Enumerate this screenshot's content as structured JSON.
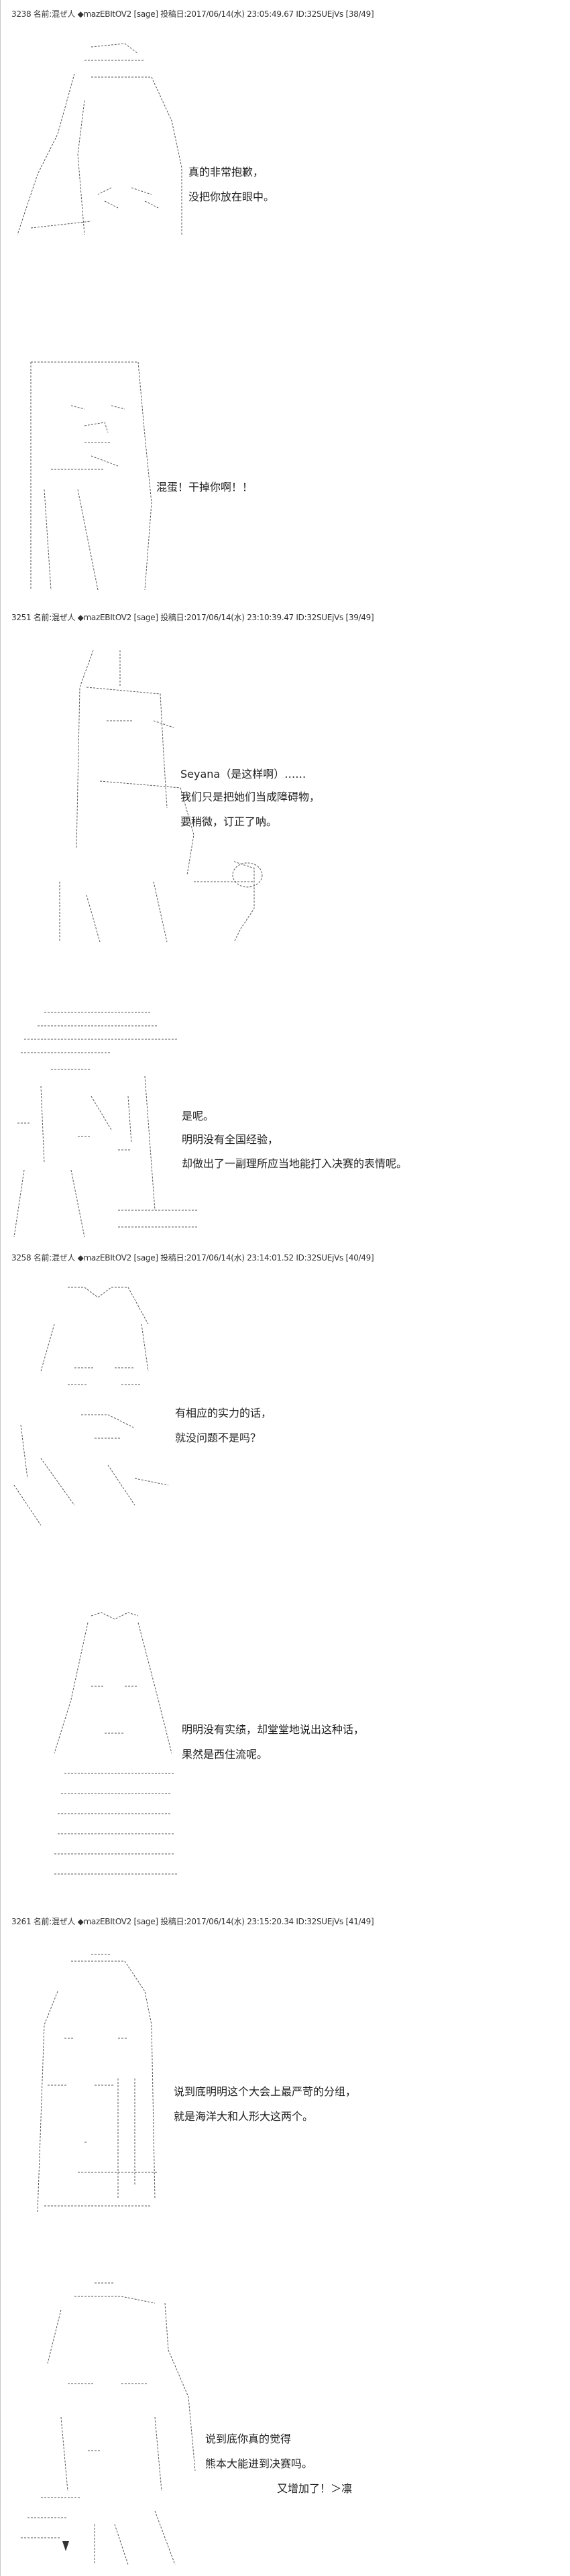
{
  "posts": [
    {
      "header": "3238 名前:混ぜ人 ◆mazEBItOV2 [sage] 投稿日:2017/06/14(水) 23:05:49.67 ID:32SUEjVs [38/49]",
      "lines_a": [
        "真的非常抱歉，",
        "没把你放在眼中。"
      ],
      "lines_b": [
        "混蛋！干掉你啊！！"
      ]
    },
    {
      "header": "3251 名前:混ぜ人 ◆mazEBItOV2 [sage] 投稿日:2017/06/14(水) 23:10:39.47 ID:32SUEjVs [39/49]",
      "lines_a": [
        "Seyana（是这样啊）……",
        "我们只是把她们当成障碍物，",
        "要稍微，订正了呐。"
      ],
      "lines_b": [
        "是呢。",
        "明明没有全国经验，",
        "却做出了一副理所应当地能打入决赛的表情呢。"
      ]
    },
    {
      "header": "3258 名前:混ぜ人 ◆mazEBItOV2 [sage] 投稿日:2017/06/14(水) 23:14:01.52 ID:32SUEjVs [40/49]",
      "lines_a": [
        "有相应的实力的话，",
        "就没问题不是吗？"
      ],
      "lines_b": [
        "明明没有实绩，却堂堂地说出这种话，",
        "果然是西住流呢。"
      ]
    },
    {
      "header": "3261 名前:混ぜ人 ◆mazEBItOV2 [sage] 投稿日:2017/06/14(水) 23:15:20.34 ID:32SUEjVs [41/49]",
      "lines_a": [
        "说到底明明这个大会上最严苛的分组，",
        "就是海洋大和人形大这两个。"
      ],
      "lines_b": [
        "说到底你真的觉得",
        "熊本大能进到决赛吗。",
        "又增加了！＞凛"
      ]
    }
  ]
}
